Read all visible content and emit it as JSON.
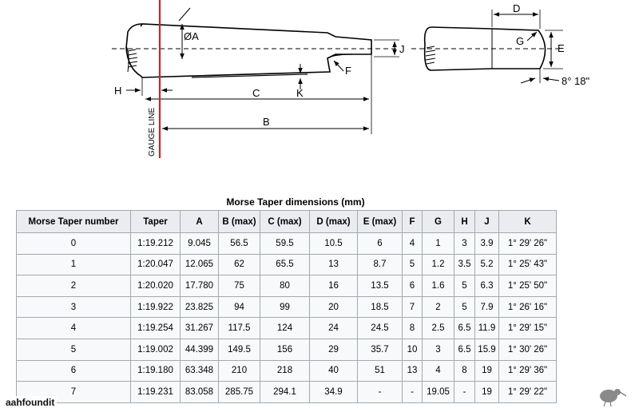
{
  "diagram": {
    "labels": {
      "dia_a": "ØA",
      "j": "J",
      "f": "F",
      "h": "H",
      "c": "C",
      "k": "K",
      "b": "B",
      "gauge_line": "GAUGE LINE",
      "d": "D",
      "g": "G",
      "e": "E",
      "angle": "8° 18\""
    },
    "colors": {
      "gauge_line": "#c0282d",
      "line": "#000000"
    }
  },
  "table": {
    "title": "Morse Taper dimensions (mm)",
    "headers": [
      "Morse Taper number",
      "Taper",
      "A",
      "B (max)",
      "C (max)",
      "D (max)",
      "E (max)",
      "F",
      "G",
      "H",
      "J",
      "K"
    ],
    "rows": [
      [
        "0",
        "1:19.212",
        "9.045",
        "56.5",
        "59.5",
        "10.5",
        "6",
        "4",
        "1",
        "3",
        "3.9",
        "1° 29' 26\""
      ],
      [
        "1",
        "1:20.047",
        "12.065",
        "62",
        "65.5",
        "13",
        "8.7",
        "5",
        "1.2",
        "3.5",
        "5.2",
        "1° 25' 43\""
      ],
      [
        "2",
        "1:20.020",
        "17.780",
        "75",
        "80",
        "16",
        "13.5",
        "6",
        "1.6",
        "5",
        "6.3",
        "1° 25' 50\""
      ],
      [
        "3",
        "1:19.922",
        "23.825",
        "94",
        "99",
        "20",
        "18.5",
        "7",
        "2",
        "5",
        "7.9",
        "1° 26' 16\""
      ],
      [
        "4",
        "1:19.254",
        "31.267",
        "117.5",
        "124",
        "24",
        "24.5",
        "8",
        "2.5",
        "6.5",
        "11.9",
        "1° 29' 15\""
      ],
      [
        "5",
        "1:19.002",
        "44.399",
        "149.5",
        "156",
        "29",
        "35.7",
        "10",
        "3",
        "6.5",
        "15.9",
        "1° 30' 26\""
      ],
      [
        "6",
        "1:19.180",
        "63.348",
        "210",
        "218",
        "40",
        "51",
        "13",
        "4",
        "8",
        "19",
        "1° 29' 36\""
      ],
      [
        "7",
        "1:19.231",
        "83.058",
        "285.75",
        "294.1",
        "34.9",
        "-",
        "-",
        "19.05",
        "-",
        "19",
        "1° 29' 22\""
      ]
    ]
  },
  "watermark": "aahfoundit",
  "logo_icon": "kiwi-bird-icon"
}
